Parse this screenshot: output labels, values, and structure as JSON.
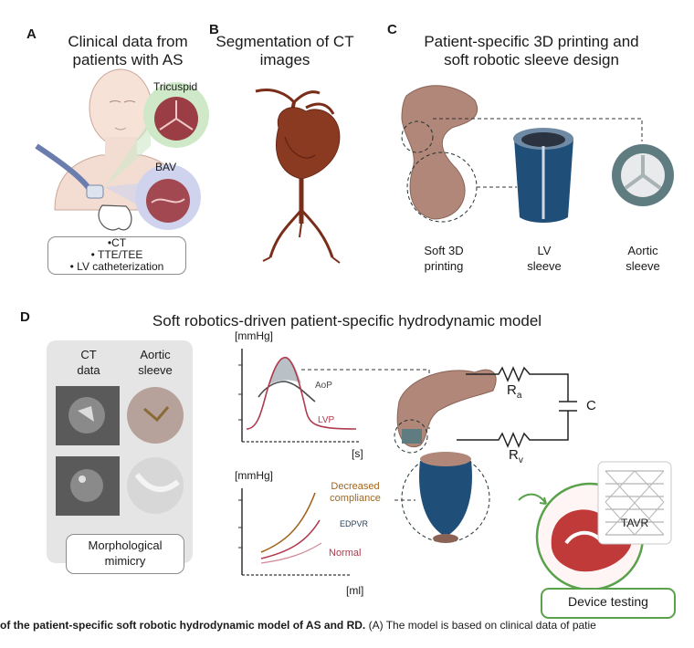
{
  "panels": {
    "a": {
      "letter": "A",
      "title_line1": "Clinical data from",
      "title_line2": "patients with AS",
      "label_tricuspid": "Tricuspid",
      "label_bav": "BAV",
      "list": [
        "•CT",
        "• TTE/TEE",
        "• LV catheterization"
      ]
    },
    "b": {
      "letter": "B",
      "title_line1": "Segmentation of CT",
      "title_line2": "images"
    },
    "c": {
      "letter": "C",
      "title_line1": "Patient-specific 3D printing and",
      "title_line2": "soft robotic sleeve design",
      "caption1_line1": "Soft 3D",
      "caption1_line2": "printing",
      "caption2_line1": "LV",
      "caption2_line2": "sleeve",
      "caption3_line1": "Aortic",
      "caption3_line2": "sleeve"
    },
    "d": {
      "letter": "D",
      "title": "Soft robotics-driven patient-specific hydrodynamic model",
      "col1_line1": "CT",
      "col1_line2": "data",
      "col2_line1": "Aortic",
      "col2_line2": "sleeve",
      "mimicry_line1": "Morphological",
      "mimicry_line2": "mimicry",
      "circuit": {
        "ra": "R",
        "ra_sub": "a",
        "rv": "R",
        "rv_sub": "v",
        "c": "C"
      },
      "tavr": "TAVR",
      "device_testing": "Device testing"
    }
  },
  "chart_data": [
    {
      "type": "line",
      "ylabel": "[mmHg]",
      "xlabel": "[s]",
      "series": [
        {
          "name": "AoP",
          "color": "#4a4a4a"
        },
        {
          "name": "LVP",
          "color": "#b03a4e"
        }
      ]
    },
    {
      "type": "line",
      "ylabel": "[mmHg]",
      "xlabel": "[ml]",
      "series": [
        {
          "name": "Decreased compliance",
          "color": "#a0651e"
        },
        {
          "name": "EDPVR",
          "color": "#1f3f5e"
        },
        {
          "name": "Normal",
          "color": "#b03a4e"
        }
      ]
    }
  ],
  "footer": {
    "bold": "of the patient-specific soft robotic hydrodynamic model of AS and RD.",
    "normal": " (A) The model is based on clinical data of patie"
  },
  "colors": {
    "heart_red": "#8b3a22",
    "sleeve_blue": "#1f4e79",
    "tissue": "#b08778",
    "green": "#5aa14b"
  }
}
